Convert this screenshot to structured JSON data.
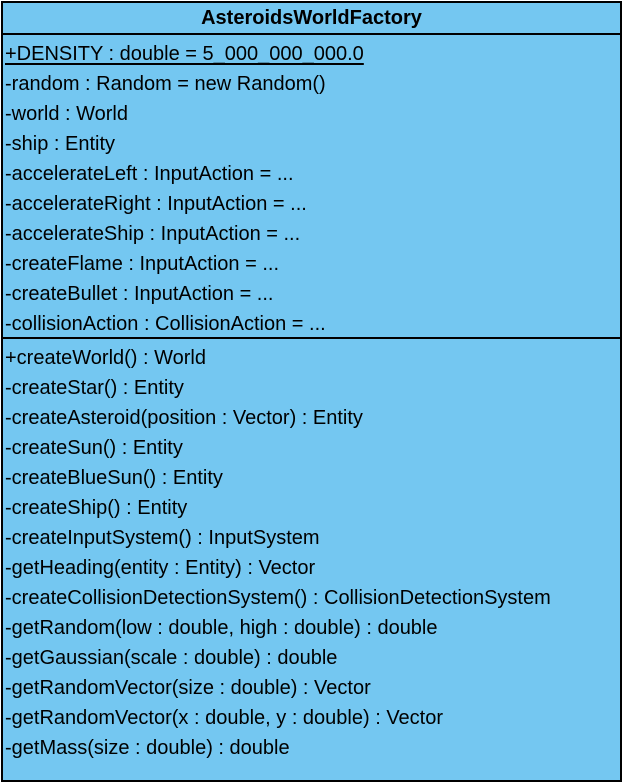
{
  "class": {
    "name": "AsteroidsWorldFactory",
    "colors": {
      "fill": "#74c7f1",
      "border": "#000000",
      "text": "#000000"
    },
    "attributes": [
      {
        "text": "+DENSITY : double = 5_000_000_000.0",
        "static": true
      },
      {
        "text": "-random : Random = new Random()",
        "static": false
      },
      {
        "text": "-world : World",
        "static": false
      },
      {
        "text": "-ship : Entity",
        "static": false
      },
      {
        "text": "-accelerateLeft : InputAction = ...",
        "static": false
      },
      {
        "text": "-accelerateRight : InputAction = ...",
        "static": false
      },
      {
        "text": "-accelerateShip : InputAction = ...",
        "static": false
      },
      {
        "text": "-createFlame : InputAction = ...",
        "static": false
      },
      {
        "text": "-createBullet : InputAction = ...",
        "static": false
      },
      {
        "text": "-collisionAction : CollisionAction = ...",
        "static": false
      }
    ],
    "operations": [
      {
        "text": "+createWorld() : World"
      },
      {
        "text": "-createStar() : Entity"
      },
      {
        "text": "-createAsteroid(position : Vector) : Entity"
      },
      {
        "text": "-createSun() : Entity"
      },
      {
        "text": "-createBlueSun() : Entity"
      },
      {
        "text": "-createShip() : Entity"
      },
      {
        "text": "-createInputSystem() : InputSystem"
      },
      {
        "text": "-getHeading(entity : Entity) : Vector"
      },
      {
        "text": "-createCollisionDetectionSystem() : CollisionDetectionSystem"
      },
      {
        "text": "-getRandom(low : double, high : double) : double"
      },
      {
        "text": "-getGaussian(scale : double) : double"
      },
      {
        "text": "-getRandomVector(size : double) : Vector"
      },
      {
        "text": "-getRandomVector(x : double, y : double) : Vector"
      },
      {
        "text": "-getMass(size : double) : double"
      }
    ]
  }
}
